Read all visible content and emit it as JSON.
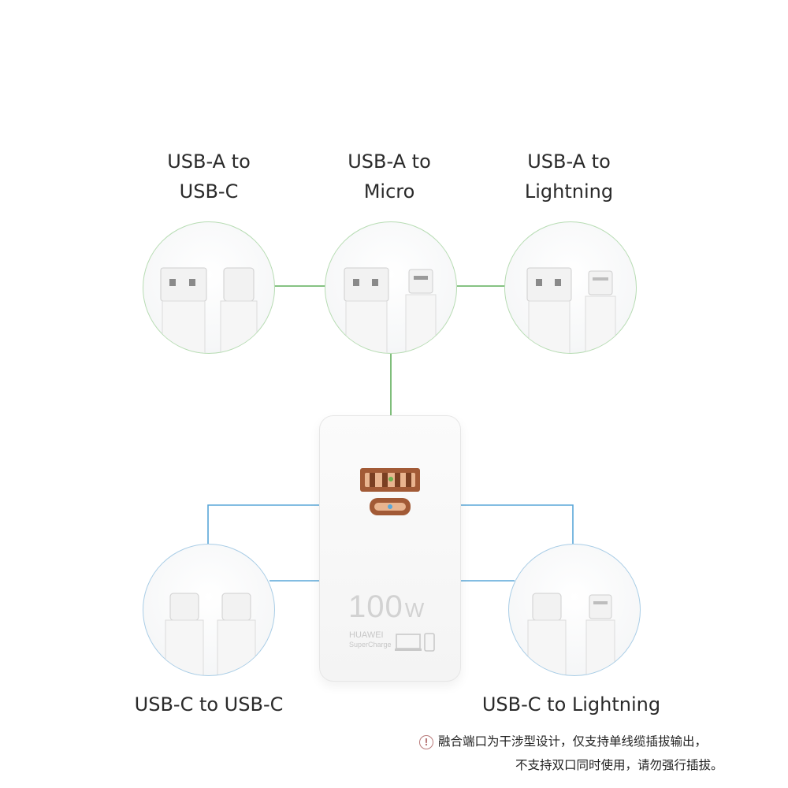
{
  "cables": {
    "usb_a_to_c": {
      "line1": "USB-A to",
      "line2": "USB-C"
    },
    "usb_a_to_micro": {
      "line1": "USB-A to",
      "line2": "Micro"
    },
    "usb_a_to_lightning": {
      "line1": "USB-A to",
      "line2": "Lightning"
    },
    "usb_c_to_c": {
      "label": "USB-C to USB-C"
    },
    "usb_c_to_lightning": {
      "label": "USB-C to Lightning"
    }
  },
  "charger": {
    "wattage": "100",
    "unit": "W",
    "brand": "HUAWEI",
    "sub_brand": "SuperCharge"
  },
  "note": {
    "icon": "info-circle-icon",
    "line1": "融合端口为干涉型设计，仅支持单线缆插拔输出，",
    "line2": "不支持双口同时使用，请勿强行插拔。"
  },
  "colors": {
    "usb_a_connector": "#6ab34f",
    "usb_c_connector": "#5aa7d8",
    "port": "#a25a36"
  }
}
